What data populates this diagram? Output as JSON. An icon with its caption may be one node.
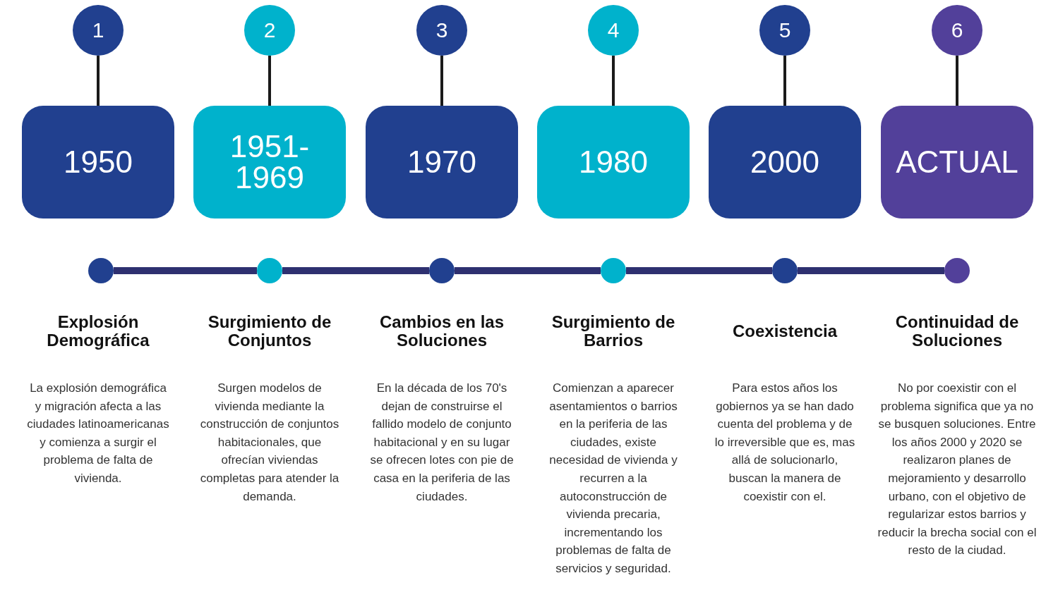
{
  "diagram": {
    "nodes": [
      {
        "text": [
          "1"
        ]
      },
      {
        "text": [
          "1950"
        ]
      },
      {
        "text": [
          "2"
        ]
      },
      {
        "text": [
          "1951-1969"
        ]
      },
      {
        "text": [
          "3"
        ]
      },
      {
        "text": [
          "1970"
        ]
      },
      {
        "text": [
          "4"
        ]
      },
      {
        "text": [
          "1980"
        ]
      },
      {
        "text": [
          "5"
        ]
      },
      {
        "text": [
          "2000"
        ]
      },
      {
        "text": [
          "6"
        ]
      },
      {
        "text": [
          "ACTUAL"
        ]
      },
      {
        "text": [],
        "shape": "circle"
      },
      {
        "text": [],
        "shape": "circle"
      },
      {
        "text": [],
        "shape": "circle"
      },
      {
        "text": [],
        "shape": "circle"
      },
      {
        "text": [],
        "shape": "circle"
      },
      {
        "text": [],
        "shape": "circle"
      }
    ],
    "edges": [
      {
        "from": 0,
        "to": 1,
        "arrow": "none"
      },
      {
        "from": 2,
        "to": 3,
        "arrow": "none"
      },
      {
        "from": 4,
        "to": 5,
        "arrow": "none"
      },
      {
        "from": 6,
        "to": 7,
        "arrow": "none"
      },
      {
        "from": 8,
        "to": 9,
        "arrow": "none"
      },
      {
        "from": 10,
        "to": 11,
        "arrow": "none"
      },
      {
        "from": 12,
        "to": 13,
        "arrow": "none",
        "style": "thick",
        "color": "#2e3070"
      },
      {
        "from": 13,
        "to": 14,
        "arrow": "none",
        "style": "thick",
        "color": "#2e3070"
      },
      {
        "from": 14,
        "to": 15,
        "arrow": "none",
        "style": "thick",
        "color": "#2e3070"
      },
      {
        "from": 15,
        "to": 16,
        "arrow": "none",
        "style": "thick",
        "color": "#2e3070"
      },
      {
        "from": 16,
        "to": 17,
        "arrow": "none",
        "style": "thick",
        "color": "#2e3070"
      }
    ],
    "labels": [
      "Explosión Demográfica",
      "Surgimiento de Conjuntos",
      "Cambios en las Soluciones",
      "Surgimiento de Barrios",
      "Coexistencia",
      "Continuidad de Soluciones",
      "La explosión demográfica y migración afecta a las ciudades latinoamericanas y comienza a surgir el problema de falta de vivienda.",
      "Surgen modelos de vivienda mediante la construcción de conjuntos habitacionales, que ofrecían viviendas completas para atender la demanda.",
      "En la década de los 70's dejan de construirse el fallido modelo de conjunto habitacional y en su lugar se ofrecen lotes con pie de casa en la periferia de las ciudades.",
      "Comienzan a aparecer asentamientos o barrios en la periferia de las ciudades, existe necesidad de vivienda y recurren a la autoconstrucción de vivienda precaria, incrementando los problemas de falta de servicios y seguridad.",
      "Para estos años los gobiernos ya se han dado cuenta del problema y de lo irreversible que es, mas allá de solucionarlo, buscan la manera de coexistir con el.",
      "No por coexistir con el problema significa que ya no se busquen soluciones. Entre los años 2000 y 2020 se realizaron planes de mejoramiento y desarrollo urbano, con el objetivo de regularizar estos barrios y reducir la brecha social con el resto de la ciudad."
    ]
  }
}
